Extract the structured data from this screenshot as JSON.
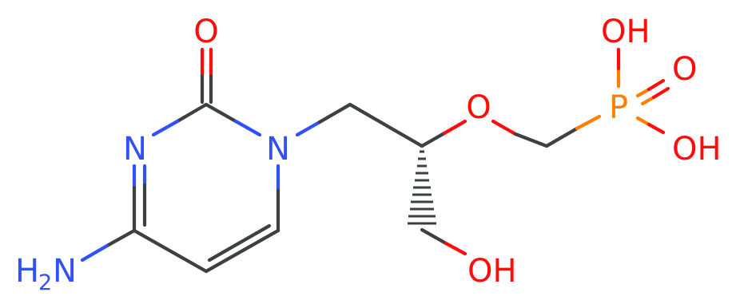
{
  "colors": {
    "carbon_bond": "#3b4143",
    "oxygen": "#ff0d0d",
    "nitrogen": "#3050f8",
    "phosphorus": "#ff8000"
  },
  "atoms": {
    "ring_carbonyl_o": "O",
    "ring_n3": "N",
    "ring_n1": "N",
    "amine_h": "H",
    "amine_h_sub": "2",
    "amine_n": "N",
    "ether_o": "O",
    "hydroxyl": "OH",
    "p_atom": "P",
    "p_oh_top": "OH",
    "p_oxo": "O",
    "p_oh_bottom": "OH"
  }
}
